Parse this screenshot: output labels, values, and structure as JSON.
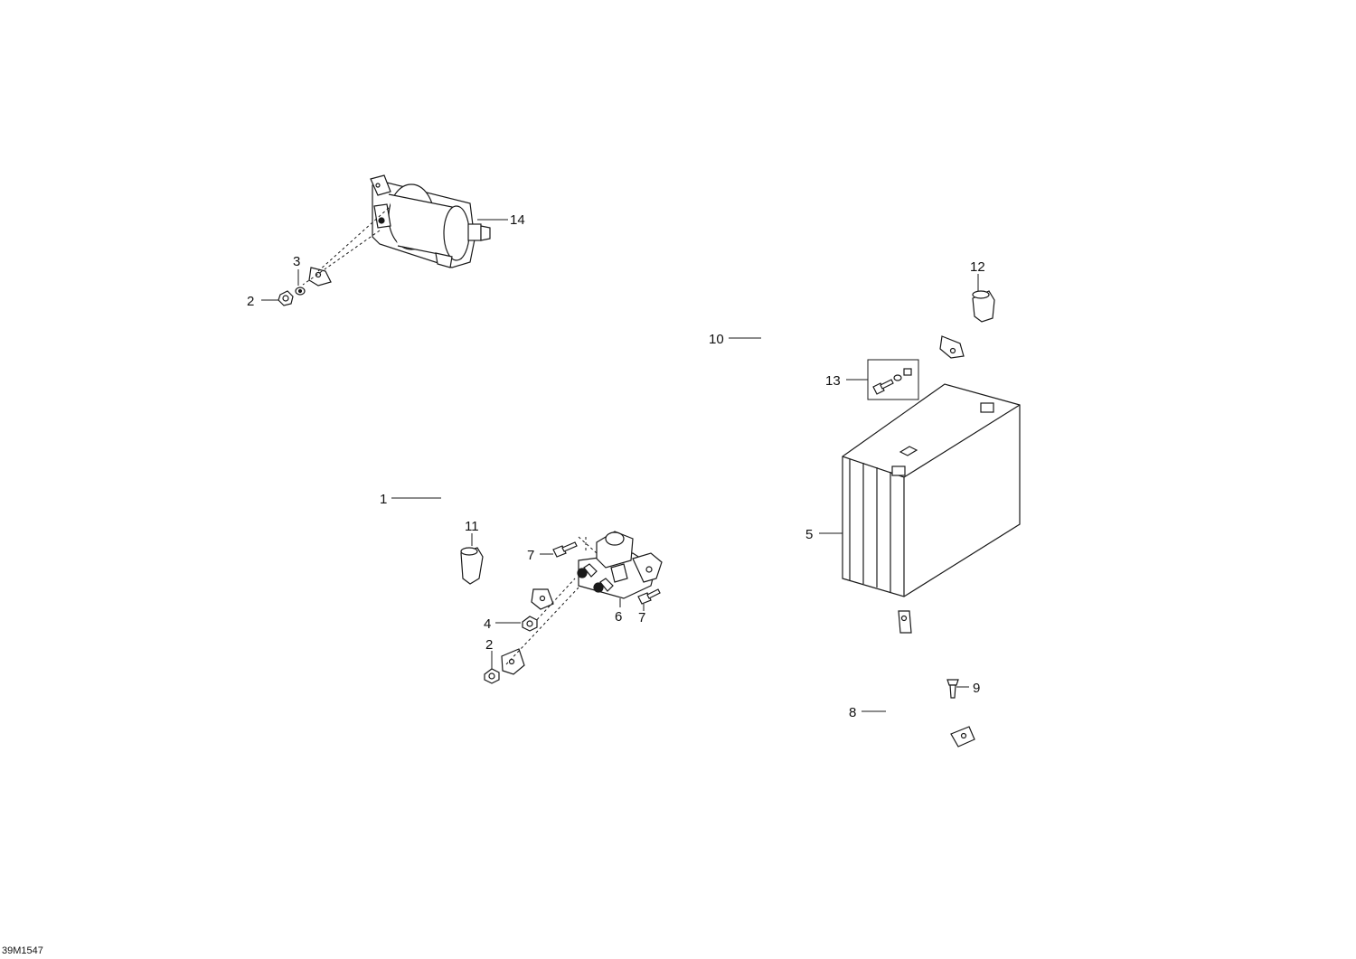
{
  "diagram": {
    "reference_code": "39M1547",
    "callouts": [
      "1",
      "2",
      "3",
      "4",
      "5",
      "6",
      "7",
      "8",
      "9",
      "10",
      "11",
      "12",
      "13",
      "14"
    ],
    "callout_second": {
      "2": "2",
      "7": "7"
    }
  }
}
